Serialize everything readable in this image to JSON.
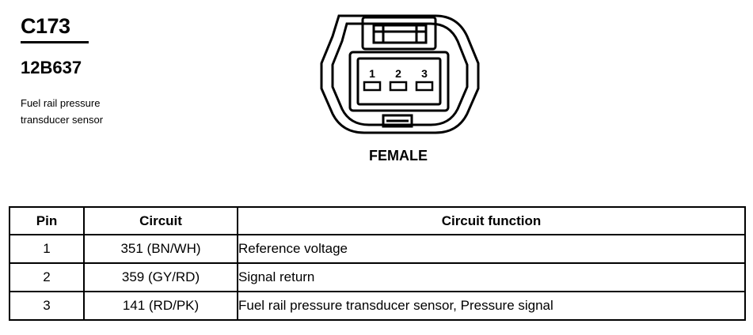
{
  "connector": {
    "id": "C173",
    "part_number": "12B637",
    "description_line1": "Fuel rail pressure",
    "description_line2": "transducer sensor",
    "gender": "FEMALE",
    "pin_labels": [
      "1",
      "2",
      "3"
    ]
  },
  "table": {
    "headers": {
      "pin": "Pin",
      "circuit": "Circuit",
      "function": "Circuit function"
    },
    "rows": [
      {
        "pin": "1",
        "circuit": "351 (BN/WH)",
        "function": "Reference voltage"
      },
      {
        "pin": "2",
        "circuit": "359 (GY/RD)",
        "function": "Signal return"
      },
      {
        "pin": "3",
        "circuit": "141 (RD/PK)",
        "function": "Fuel rail pressure transducer sensor, Pressure signal"
      }
    ]
  }
}
